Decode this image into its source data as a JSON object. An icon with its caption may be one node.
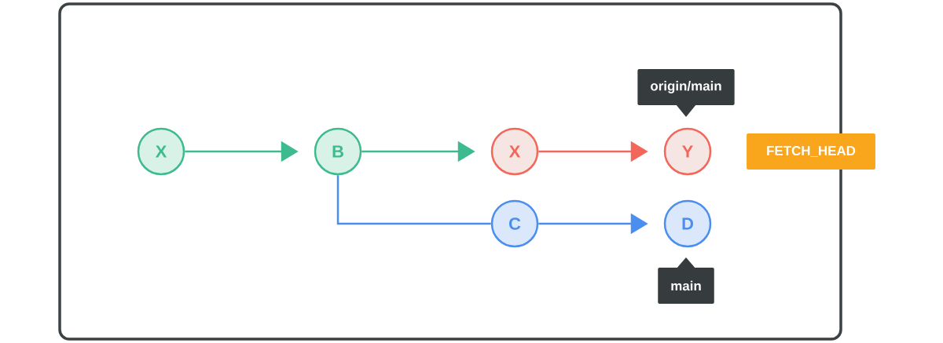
{
  "diagram": {
    "nodes": [
      {
        "text": [
          "X"
        ]
      },
      {
        "text": [
          "B"
        ]
      },
      {
        "text": [
          "X"
        ]
      },
      {
        "text": [
          "Y"
        ]
      },
      {
        "text": [
          "C"
        ]
      },
      {
        "text": [
          "D"
        ]
      },
      {
        "text": [
          "origin/main"
        ]
      },
      {
        "text": [
          "main"
        ]
      },
      {
        "text": [
          "FETCH_HEAD"
        ]
      }
    ],
    "edges": [
      {
        "from": 0,
        "to": 1,
        "arrow": "to",
        "color": "#3dbb8f"
      },
      {
        "from": 1,
        "to": 2,
        "arrow": "to",
        "color": "#3dbb8f"
      },
      {
        "from": 2,
        "to": 3,
        "arrow": "to",
        "color": "#f2675a"
      },
      {
        "from": 1,
        "to": 4,
        "arrow": "none",
        "color": "#4a8ff0"
      },
      {
        "from": 4,
        "to": 5,
        "arrow": "to",
        "color": "#4a8ff0"
      }
    ]
  }
}
